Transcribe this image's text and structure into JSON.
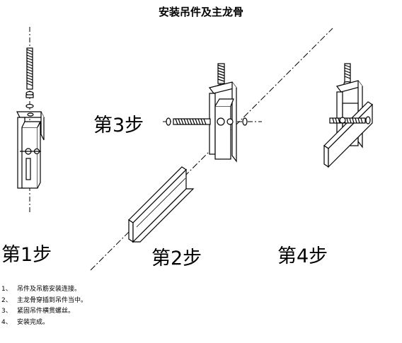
{
  "title": "安装吊件及主龙骨",
  "steps": {
    "s1": "第1步",
    "s2": "第2步",
    "s3": "第3步",
    "s4": "第4步"
  },
  "notes": [
    {
      "num": "1、",
      "text": "吊件及吊筋安装连接。"
    },
    {
      "num": "2、",
      "text": "主龙骨穿插到吊件当中。"
    },
    {
      "num": "3、",
      "text": "紧固吊件横贯螺丝。"
    },
    {
      "num": "4、",
      "text": "安装完成。"
    }
  ]
}
